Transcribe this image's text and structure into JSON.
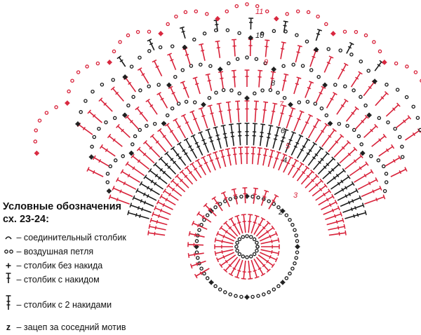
{
  "colors": {
    "red": "#d8223a",
    "black": "#1a1a1a"
  },
  "legend": {
    "title_line1": "Условные обозначения",
    "title_line2": "сх. 23-24:",
    "items": [
      {
        "symbol": "slip-stitch-icon",
        "dash": "–",
        "label": "соединительный столбик"
      },
      {
        "symbol": "chain-icon",
        "dash": "–",
        "label": "воздушная петля"
      },
      {
        "symbol": "single-crochet-icon",
        "dash": "–",
        "label": "столбик без накида"
      },
      {
        "symbol": "double-crochet-icon",
        "dash": "–",
        "label": "столбик с накидом"
      },
      {
        "symbol": "treble-crochet-icon",
        "dash": "–",
        "label": "столбик с 2 накидами"
      },
      {
        "symbol": "join-icon",
        "glyph": "z",
        "dash": "–",
        "label": "зацеп за соседний мотив"
      }
    ]
  },
  "rows": [
    "2",
    "3",
    "4",
    "5",
    "6",
    "7",
    "8",
    "9",
    "10",
    "11"
  ]
}
